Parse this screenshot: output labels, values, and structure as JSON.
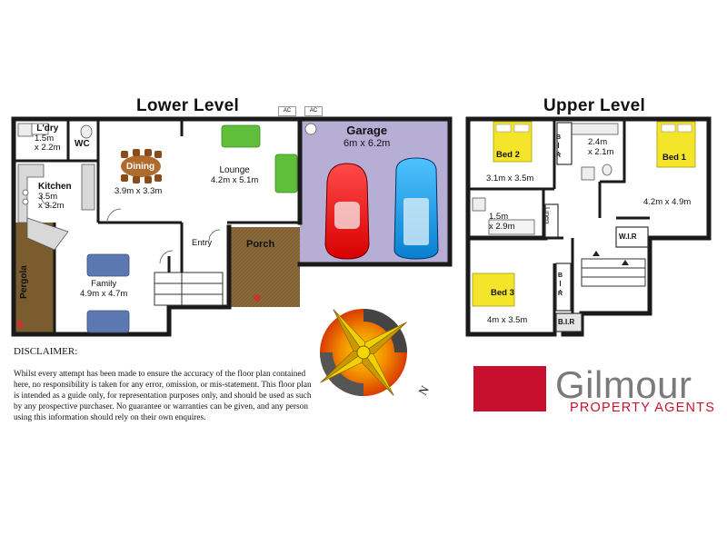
{
  "lower": {
    "title": "Lower Level",
    "rooms": {
      "laundry": {
        "name": "L'dry",
        "dim": "1.5m\nx 2.2m"
      },
      "wc": {
        "name": "WC"
      },
      "kitchen": {
        "name": "Kitchen",
        "dim": "3.5m\nx 3.2m"
      },
      "dining": {
        "name": "Dining",
        "dim": "3.9m x 3.3m"
      },
      "lounge": {
        "name": "Lounge",
        "dim": "4.2m x 5.1m"
      },
      "garage": {
        "name": "Garage",
        "dim": "6m x 6.2m"
      },
      "entry": {
        "name": "Entry"
      },
      "porch": {
        "name": "Porch"
      },
      "family": {
        "name": "Family",
        "dim": "4.9m x 4.7m"
      },
      "pergola": {
        "name": "Pergola"
      }
    },
    "ac_units": [
      "AC",
      "AC"
    ]
  },
  "upper": {
    "title": "Upper Level",
    "rooms": {
      "bed2": {
        "name": "Bed 2",
        "dim": "3.1m x 3.5m"
      },
      "bir_top": {
        "name": "B.I.R"
      },
      "ensuite": {
        "dim": "2.4m\nx 2.1m"
      },
      "bed1": {
        "name": "Bed 1",
        "dim": "4.2m x 4.9m"
      },
      "bath": {
        "dim": "1.5m\nx 2.9m"
      },
      "linen": {
        "name": "Linen"
      },
      "wir": {
        "name": "W.I.R"
      },
      "bed3": {
        "name": "Bed 3",
        "dim": "4m x 3.5m"
      },
      "bir_mid": {
        "name": "B.I.R"
      },
      "bir_bot": {
        "name": "B.I.R"
      }
    }
  },
  "compass": {
    "label": "N"
  },
  "disclaimer": {
    "title": "DISCLAIMER:",
    "body": "Whilst every attempt has been made to ensure the accuracy of the floor plan contained here, no responsibility is taken for any error, omission, or mis-statement. This floor plan is intended as a guide only, for representation purposes only, and should be used as such by any prospective purchaser. No guarantee or warranties can be given, and any person using this information should rely on their own enquires."
  },
  "brand": {
    "name": "Gilmour",
    "subtitle": "PROPERTY AGENTS",
    "color": "#c8102e"
  },
  "colors": {
    "wall": "#1a1a1a",
    "garage_floor": "#b7aed6",
    "porch_floor": "#8a6a3a",
    "pergola_floor": "#7a5c2e",
    "bed_yellow": "#f5e52a",
    "sofa_green": "#5fbf3a",
    "sofa_blue": "#5b78b0",
    "table_brown": "#b06a2c"
  }
}
